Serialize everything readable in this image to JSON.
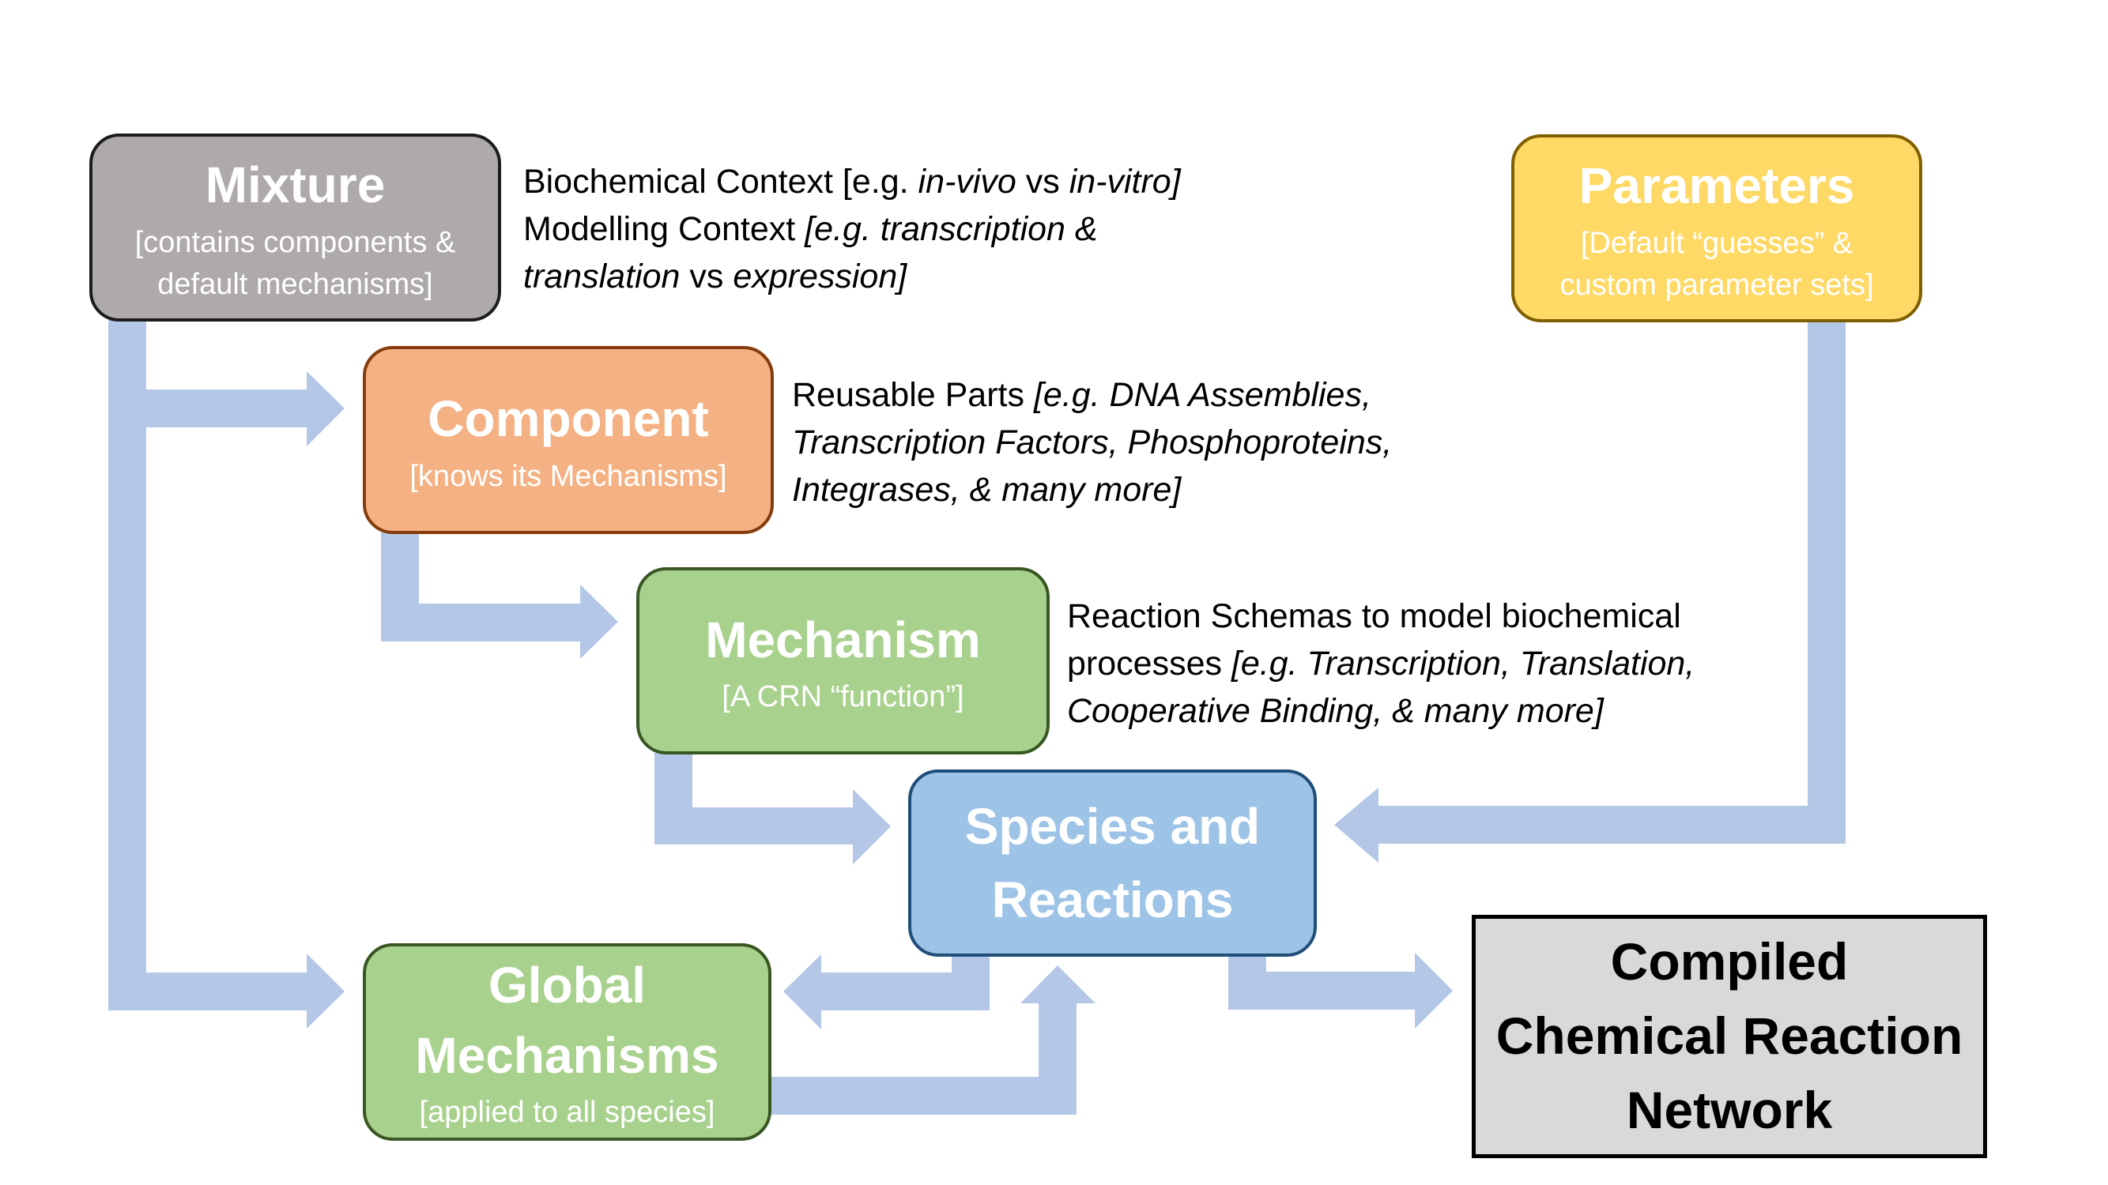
{
  "colors": {
    "arrow": "#B4C7E7",
    "mixture_fill": "#AEAAAA",
    "component_fill": "#F4B183",
    "mechanism_fill": "#A9D18E",
    "species_fill": "#9DC3E6",
    "global_fill": "#A9D18E",
    "parameters_fill": "#FFD966",
    "crn_fill": "#D9D9D9"
  },
  "nodes": {
    "mixture": {
      "title": "Mixture",
      "sub_lines": [
        "[contains components &",
        "default mechanisms]"
      ]
    },
    "component": {
      "title": "Component",
      "sub_lines": [
        "[knows its Mechanisms]"
      ]
    },
    "mechanism": {
      "title": "Mechanism",
      "sub_lines": [
        "[A CRN “function”]"
      ]
    },
    "species": {
      "title_lines": [
        "Species and",
        "Reactions"
      ]
    },
    "global": {
      "title_lines": [
        "Global",
        "Mechanisms"
      ],
      "sub_lines": [
        "[applied to all species]"
      ]
    },
    "parameters": {
      "title": "Parameters",
      "sub_lines": [
        "[Default “guesses” &",
        "custom parameter sets]"
      ]
    },
    "crn": {
      "title_lines": [
        "Compiled",
        "Chemical Reaction",
        "Network"
      ]
    }
  },
  "descriptions": {
    "mixture": {
      "line1": {
        "plain": "Biochemical Context [e.g. ",
        "i1": "in-vivo",
        "mid": " vs ",
        "i2": "in-vitro]"
      },
      "line2": {
        "plain": "Modelling Context ",
        "italic": "[e.g. transcription &"
      },
      "line3": {
        "i1": "translation",
        "mid": " vs ",
        "i2": "expression]"
      }
    },
    "component": {
      "line1": {
        "plain": "Reusable Parts ",
        "italic": "[e.g. DNA Assemblies,"
      },
      "line2": {
        "italic": "Transcription Factors, Phosphoproteins,"
      },
      "line3": {
        "italic": "Integrases, & many more]"
      }
    },
    "mechanism": {
      "line1": {
        "plain": "Reaction Schemas to model biochemical"
      },
      "line2": {
        "plain": "processes ",
        "italic": "[e.g. Transcription, Translation,"
      },
      "line3": {
        "italic": "Cooperative Binding, & many more]"
      }
    }
  },
  "edges": [
    {
      "from": "Mixture",
      "to": "Component"
    },
    {
      "from": "Mixture",
      "to": "Global Mechanisms"
    },
    {
      "from": "Component",
      "to": "Mechanism"
    },
    {
      "from": "Mechanism",
      "to": "Species and Reactions"
    },
    {
      "from": "Parameters",
      "to": "Species and Reactions"
    },
    {
      "from": "Species and Reactions",
      "to": "Global Mechanisms"
    },
    {
      "from": "Global Mechanisms",
      "to": "Species and Reactions"
    },
    {
      "from": "Species and Reactions",
      "to": "Compiled Chemical Reaction Network"
    }
  ]
}
